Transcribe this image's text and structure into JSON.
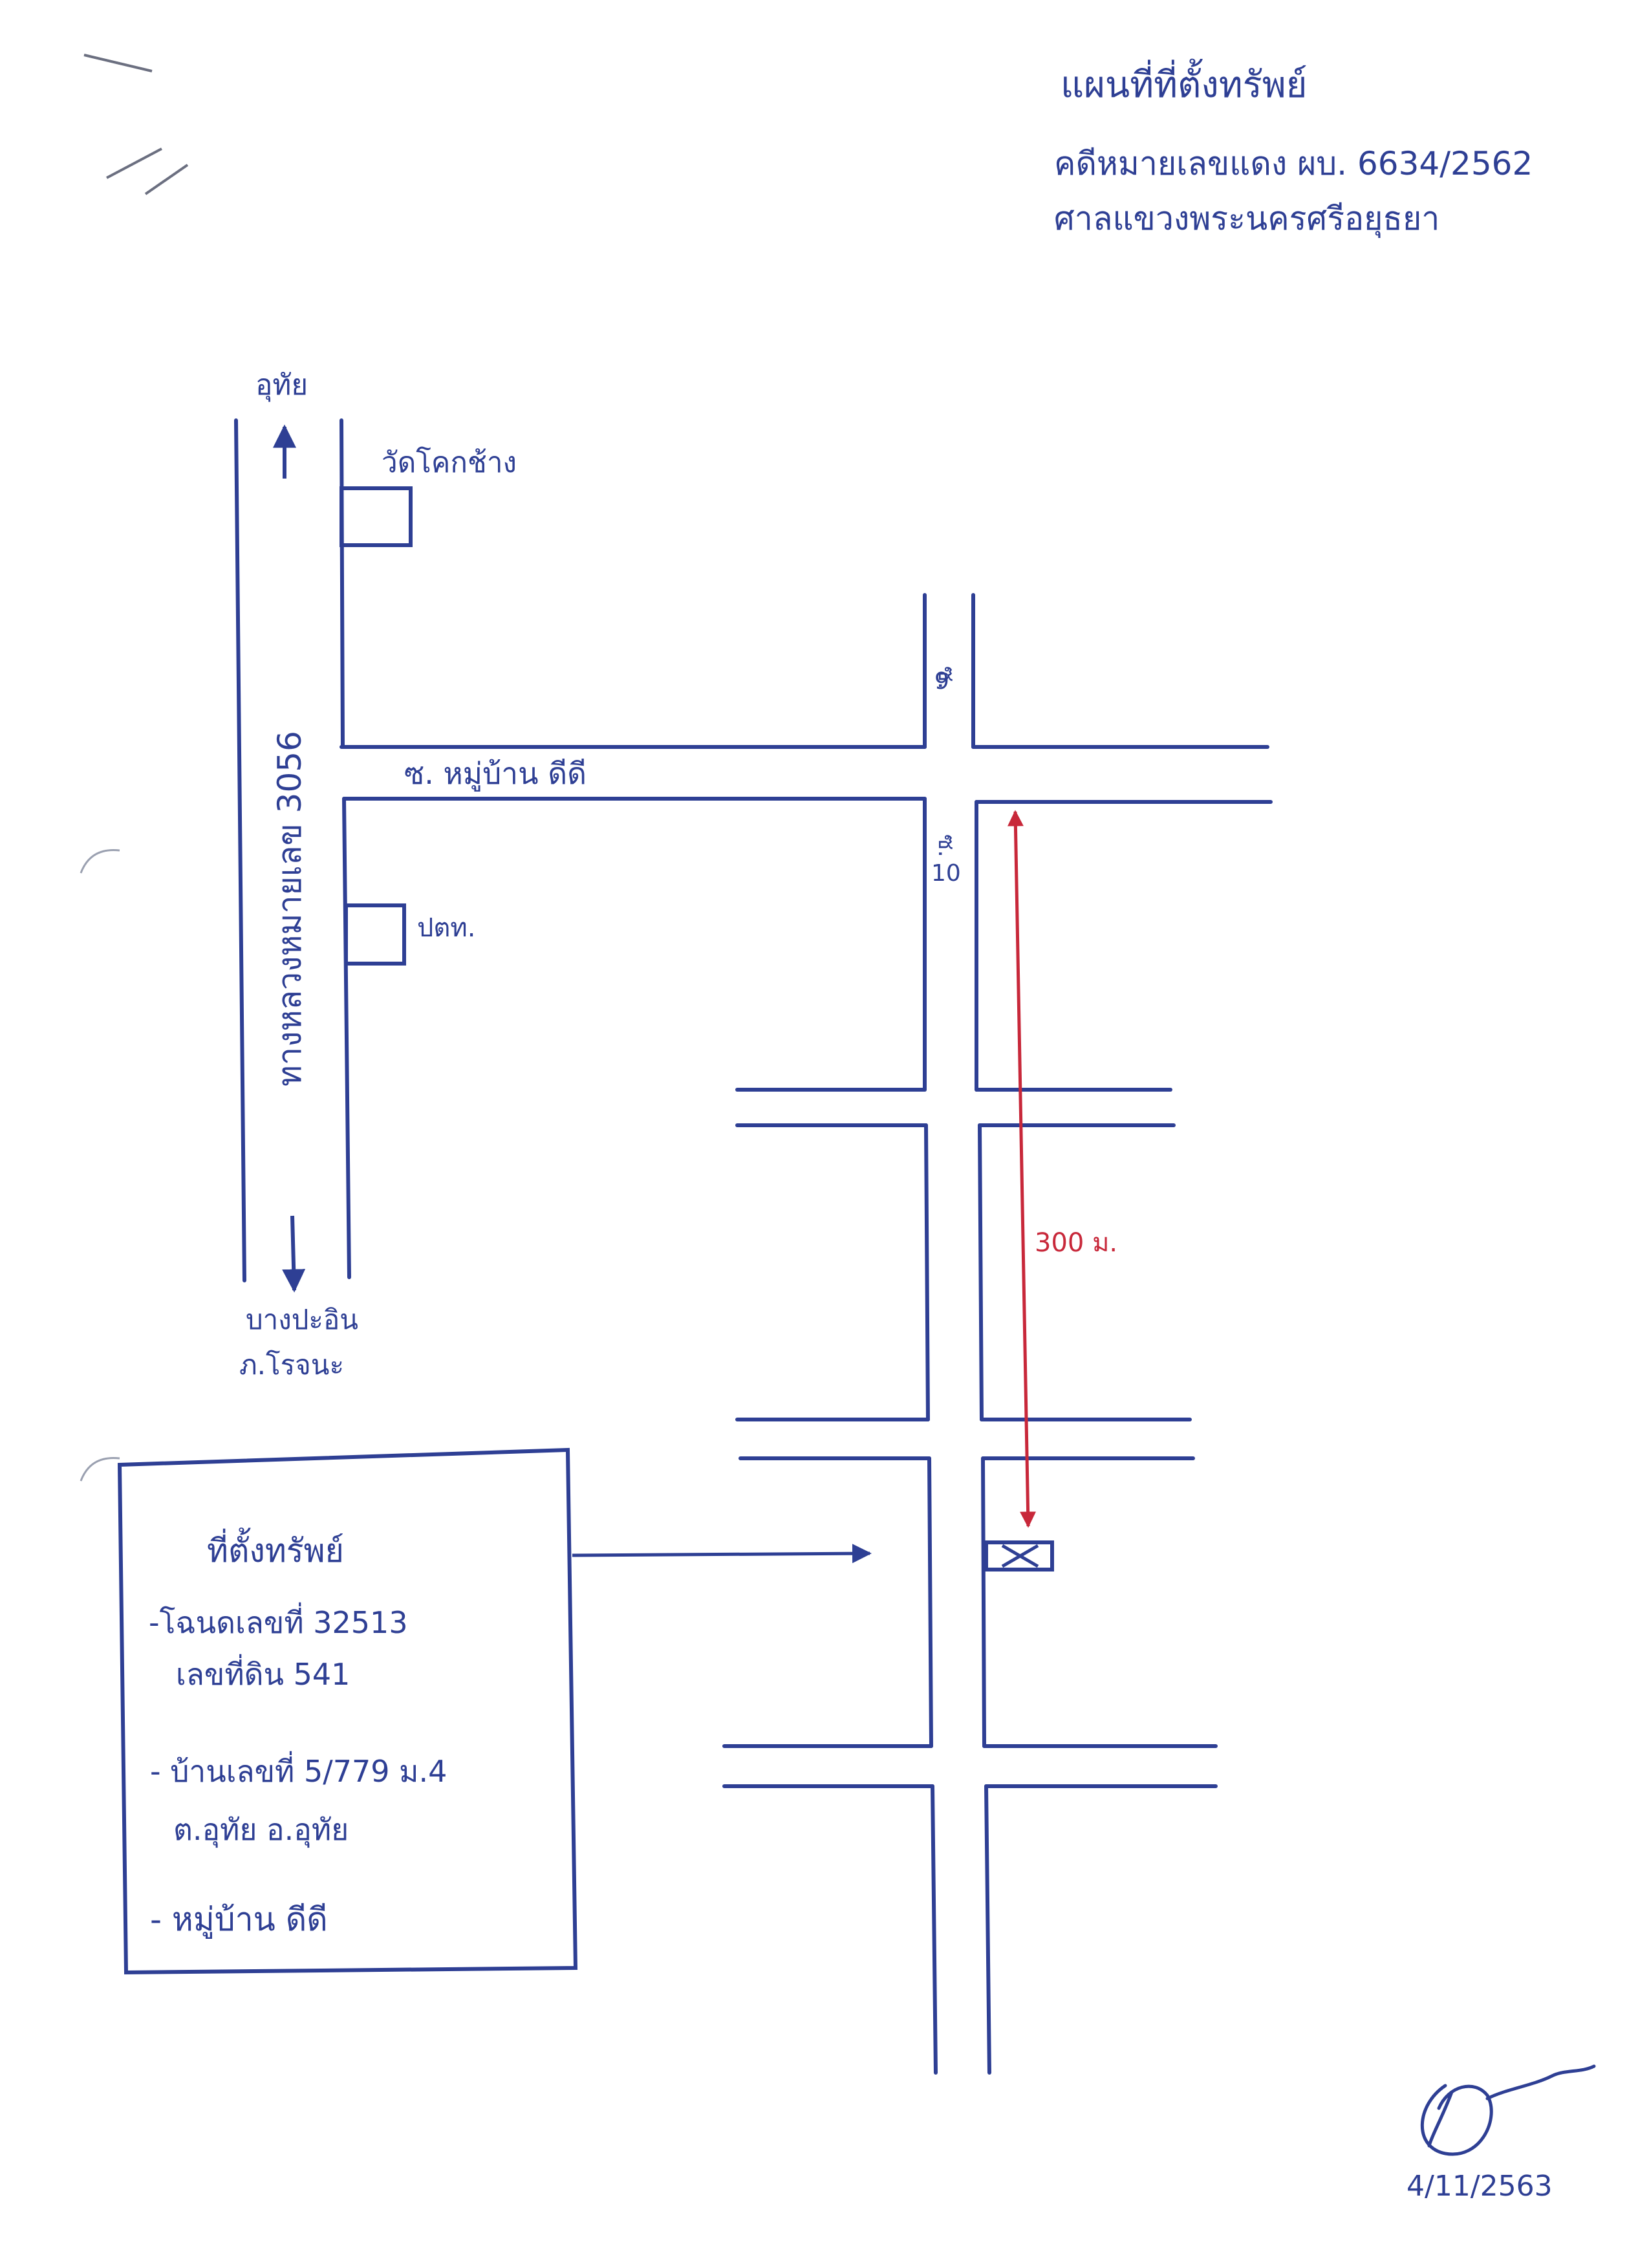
{
  "header": {
    "title": "แผนที่ที่ตั้งทรัพย์",
    "case_number": "คดีหมายเลขแดง ผบ. 6634/2562",
    "court": "ศาลแขวงพระนครศรีอยุธยา"
  },
  "roads": {
    "north_direction": "อุทัย",
    "highway": "ทางหลวงหมายเลข 3056",
    "south_direction_line1": "บางปะอิน",
    "south_direction_line2": "ภ.โรจนะ",
    "village_soi": "ซ. หมู่บ้าน ดีดี",
    "soi_9_line1": "ซ.",
    "soi_9_line2": "9",
    "soi_10_line1": "ซ.",
    "soi_10_line2": "10"
  },
  "landmarks": {
    "temple": "วัดโคกช้าง",
    "ptt": "ปตท."
  },
  "distance": {
    "label": "300 ม."
  },
  "property_box": {
    "heading": "ที่ตั้งทรัพย์",
    "line1": "-โฉนดเลขที่ 32513",
    "line2": "เลขที่ดิน 541",
    "line3": "- บ้านเลขที่ 5/779 ม.4",
    "line4": "ต.อุทัย อ.อุทัย",
    "line5": "- หมู่บ้าน ดีดี"
  },
  "signature": {
    "date": "4/11/2563"
  },
  "colors": {
    "ink_blue": "#2e3f94",
    "ink_red": "#c8283a",
    "paper": "#ffffff"
  }
}
